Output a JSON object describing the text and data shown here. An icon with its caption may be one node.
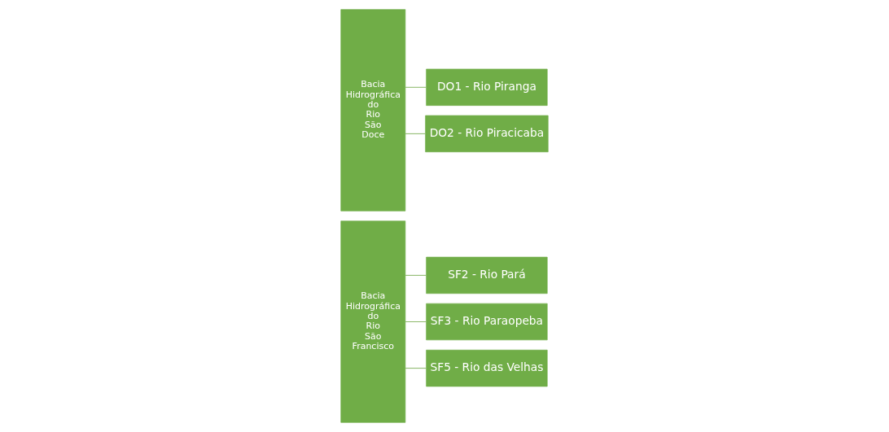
{
  "diagram": {
    "nodes": [
      {
        "text": [
          "Bacia Hidrográfica do Rio São Francisco"
        ]
      },
      {
        "text": [
          "SF2 - Rio Pará"
        ]
      },
      {
        "text": [
          "SF3 - Rio Paraopeba"
        ]
      },
      {
        "text": [
          "SF5 - Rio das Velhas"
        ]
      },
      {
        "text": [
          "Bacia Hidrográfica do Rio São Doce"
        ]
      },
      {
        "text": [
          "DO1 - Rio Piranga"
        ]
      },
      {
        "text": [
          "DO2 - Rio Piracicaba"
        ]
      }
    ],
    "edges": [
      {
        "from": 0,
        "to": 1,
        "arrow": "none"
      },
      {
        "from": 0,
        "to": 2,
        "arrow": "none"
      },
      {
        "from": 0,
        "to": 3,
        "arrow": "none"
      },
      {
        "from": 4,
        "to": 5,
        "arrow": "none"
      },
      {
        "from": 4,
        "to": 6,
        "arrow": "none"
      }
    ]
  }
}
